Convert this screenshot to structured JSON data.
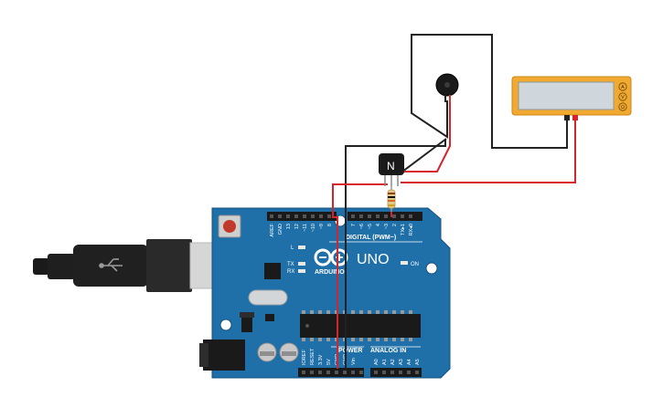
{
  "board": {
    "model": "UNO",
    "brand": "ARDUINO",
    "led_l": "L",
    "led_tx": "TX",
    "led_rx": "RX",
    "led_on": "ON",
    "header_digital": "DIGITAL (PWM~)",
    "header_power": "POWER",
    "header_analog": "ANALOG IN",
    "top_pins": [
      "AREF",
      "GND",
      "13",
      "12",
      "~11",
      "~10",
      "~9",
      "8",
      "7",
      "~6",
      "~5",
      "4",
      "~3",
      "2",
      "TX▸1",
      "RX◂0"
    ],
    "power_pins": [
      "IOREF",
      "RESET",
      "3.3V",
      "5V",
      "GND",
      "GND",
      "Vin"
    ],
    "analog_pins": [
      "A0",
      "A1",
      "A2",
      "A3",
      "A4",
      "A5"
    ]
  },
  "transistor": {
    "label": "N"
  },
  "multimeter": {
    "modes": [
      "A",
      "V",
      "Ω"
    ]
  },
  "colors": {
    "board": "#1f6fa8",
    "wire_red": "#d6242b",
    "wire_black": "#222222",
    "multimeter_body": "#f1a930",
    "multimeter_screen": "#cfd7dc"
  },
  "icons": [
    "usb-symbol-icon",
    "arduino-infinity-logo-icon"
  ]
}
